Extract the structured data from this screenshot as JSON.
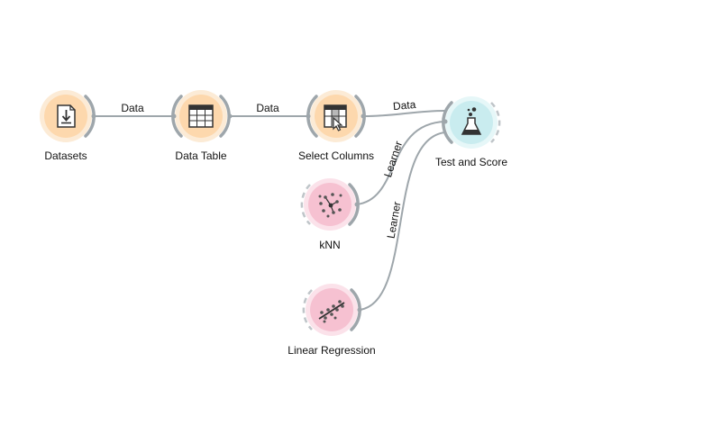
{
  "colors": {
    "data_widget_fill": "#fdd8ad",
    "data_widget_halo": "#fcebd6",
    "model_widget_fill": "#f6c1d1",
    "model_widget_halo": "#fbe2ea",
    "eval_widget_fill": "#c9ecef",
    "eval_widget_halo": "#e6f7f8",
    "link": "#9ea6ab",
    "port": "#9ea6ab",
    "icon": "#333333"
  },
  "nodes": {
    "datasets": {
      "label": "Datasets",
      "icon": "file-download-icon"
    },
    "data_table": {
      "label": "Data Table",
      "icon": "table-icon"
    },
    "select_columns": {
      "label": "Select Columns",
      "icon": "select-columns-icon"
    },
    "test_and_score": {
      "label": "Test and Score",
      "icon": "flask-icon"
    },
    "knn": {
      "label": "kNN",
      "icon": "knn-icon"
    },
    "linear_regression": {
      "label": "Linear Regression",
      "icon": "regression-icon"
    }
  },
  "links": {
    "datasets_to_data_table": "Data",
    "data_table_to_select_columns": "Data",
    "select_columns_to_test_and_score": "Data",
    "knn_to_test_and_score": "Learner",
    "linear_regression_to_test_and_score": "Learner"
  }
}
